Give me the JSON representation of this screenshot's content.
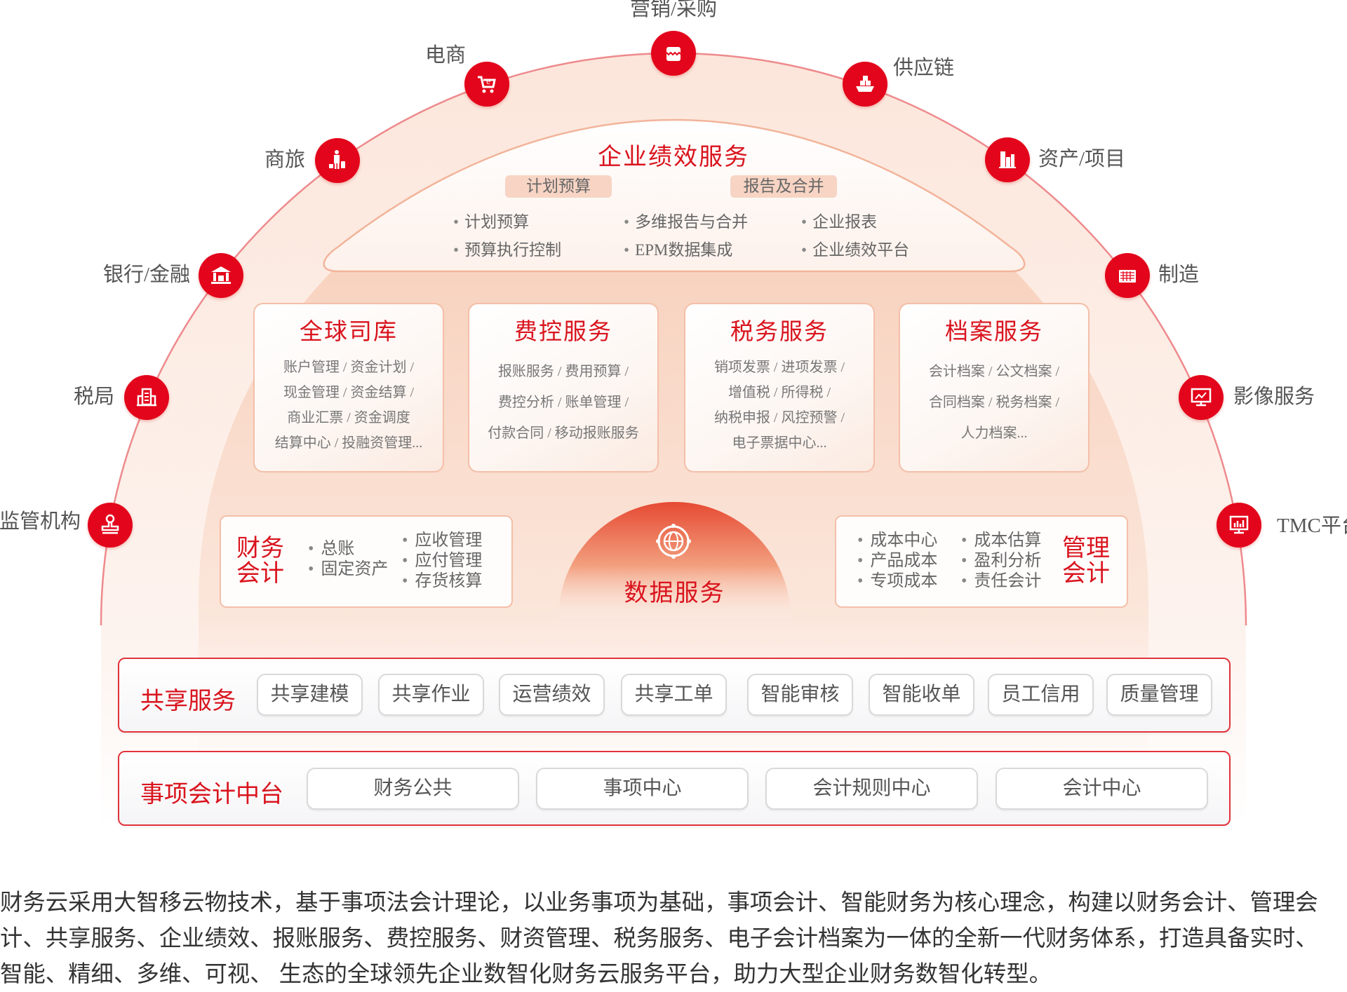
{
  "ecosystem": [
    {
      "label": "营销/采购",
      "icon": "store-icon"
    },
    {
      "label": "电商",
      "icon": "shopping-cart-icon"
    },
    {
      "label": "供应链",
      "icon": "cargo-ship-icon"
    },
    {
      "label": "商旅",
      "icon": "traveler-luggage-icon"
    },
    {
      "label": "资产/项目",
      "icon": "buildings-icon"
    },
    {
      "label": "银行/金融",
      "icon": "bank-icon"
    },
    {
      "label": "制造",
      "icon": "factory-icon"
    },
    {
      "label": "税局",
      "icon": "tax-office-icon"
    },
    {
      "label": "影像服务",
      "icon": "monitor-chart-icon"
    },
    {
      "label": "监管机构",
      "icon": "stamp-icon"
    },
    {
      "label": "TMC平台",
      "icon": "screen-bar-chart-icon"
    }
  ],
  "performance": {
    "title": "企业绩效服务",
    "tags": [
      "计划预算",
      "报告及合并"
    ],
    "columns": [
      [
        "计划预算",
        "预算执行控制"
      ],
      [
        "多维报告与合并",
        "EPM数据集成"
      ],
      [
        "企业报表",
        "企业绩效平台"
      ]
    ]
  },
  "services": [
    {
      "title": "全球司库",
      "lines": [
        "账户管理 / 资金计划 /",
        "现金管理 / 资金结算 /",
        "商业汇票 / 资金调度",
        "结算中心 / 投融资管理..."
      ]
    },
    {
      "title": "费控服务",
      "lines": [
        "报账服务 / 费用预算 /",
        "费控分析 / 账单管理 /",
        "付款合同 / 移动报账服务"
      ]
    },
    {
      "title": "税务服务",
      "lines": [
        "销项发票 / 进项发票 /",
        "增值税 / 所得税 /",
        "纳税申报 / 风控预警 /",
        "电子票据中心..."
      ]
    },
    {
      "title": "档案服务",
      "lines": [
        "会计档案  / 公文档案 /",
        "合同档案 / 税务档案 /",
        "人力档案..."
      ]
    }
  ],
  "financial_accounting": {
    "title": [
      "财务",
      "会计"
    ],
    "col1": [
      "总账",
      "固定资产"
    ],
    "col2": [
      "应收管理",
      "应付管理",
      "存货核算"
    ]
  },
  "management_accounting": {
    "title": [
      "管理",
      "会计"
    ],
    "col1": [
      "成本中心",
      "产品成本",
      "专项成本"
    ],
    "col2": [
      "成本估算",
      "盈利分析",
      "责任会计"
    ]
  },
  "data_service": {
    "title": "数据服务",
    "icon": "globe-icon"
  },
  "shared_services": {
    "label": "共享服务",
    "items": [
      "共享建模",
      "共享作业",
      "运营绩效",
      "共享工单",
      "智能审核",
      "智能收单",
      "员工信用",
      "质量管理"
    ]
  },
  "matter_platform": {
    "label": "事项会计中台",
    "items": [
      "财务公共",
      "事项中心",
      "会计规则中心",
      "会计中心"
    ]
  },
  "description": "财务云采用大智移云物技术，基于事项法会计理论，以业务事项为基础，事项会计、智能财务为核心理念，构建以财务会计、管理会计、共享服务、企业绩效、报账服务、费控服务、财资管理、税务服务、电子会计档案为一体的全新一代财务体系，打造具备实时、智能、精细、多维、可视、 生态的全球领先企业数智化财务云服务平台，助力大型企业财务数智化转型。",
  "colors": {
    "accent": "#e3051b",
    "title_red": "#d9141e",
    "peach": "#f7d4c4"
  }
}
